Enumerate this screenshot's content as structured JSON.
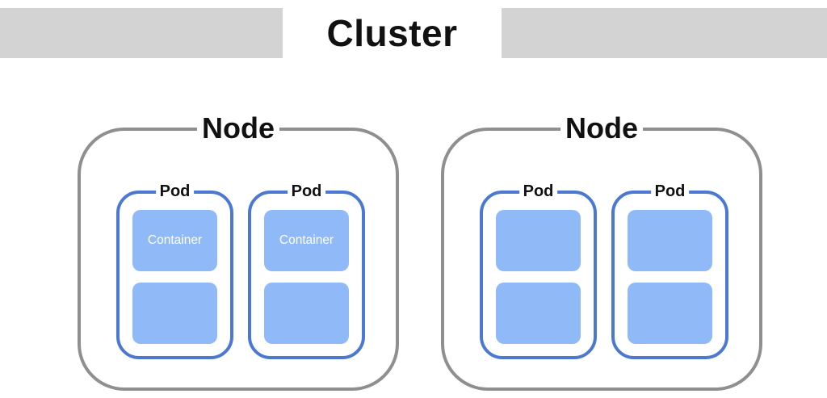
{
  "cluster": {
    "title": "Cluster"
  },
  "nodes": [
    {
      "label": "Node",
      "pods": [
        {
          "label": "Pod",
          "containers": [
            "Container",
            ""
          ]
        },
        {
          "label": "Pod",
          "containers": [
            "Container",
            ""
          ]
        }
      ]
    },
    {
      "label": "Node",
      "pods": [
        {
          "label": "Pod",
          "containers": [
            "",
            ""
          ]
        },
        {
          "label": "Pod",
          "containers": [
            "",
            ""
          ]
        }
      ]
    }
  ],
  "colors": {
    "cluster_bar": "#d3d3d3",
    "node_border": "#8f8f8f",
    "pod_border": "#4a78d3",
    "container_fill": "#90baf7",
    "container_text": "#ffffff",
    "label_text": "#111111"
  }
}
